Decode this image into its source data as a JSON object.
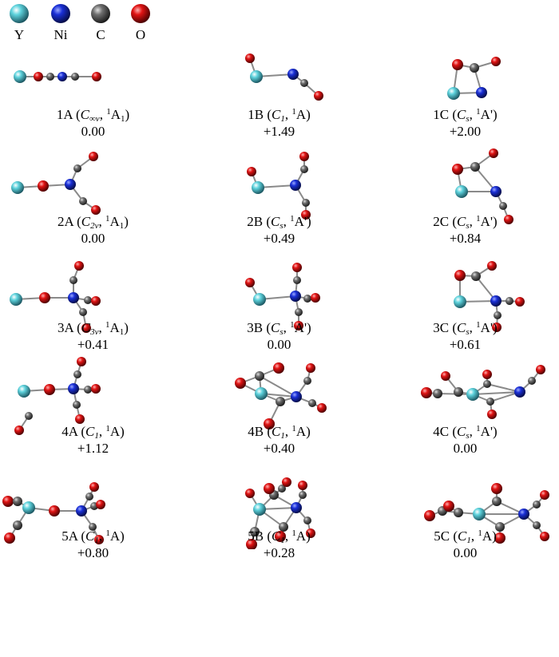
{
  "legend": [
    {
      "symbol": "Y",
      "color": "#5ed3dd"
    },
    {
      "symbol": "Ni",
      "color": "#1a2fd6"
    },
    {
      "symbol": "C",
      "color": "#6f6f6f"
    },
    {
      "symbol": "O",
      "color": "#e01414"
    }
  ],
  "isomers": [
    {
      "label": "1A",
      "group_main": "C",
      "group_sub": "∞v",
      "state_sup": "1",
      "state_main": "A",
      "state_sub": "1",
      "state_prime": "",
      "energy": "0.00"
    },
    {
      "label": "1B",
      "group_main": "C",
      "group_sub": "1",
      "state_sup": "1",
      "state_main": "A",
      "state_sub": "",
      "state_prime": "",
      "energy": "+1.49"
    },
    {
      "label": "1C",
      "group_main": "C",
      "group_sub": "s",
      "state_sup": "1",
      "state_main": "A",
      "state_sub": "",
      "state_prime": "'",
      "energy": "+2.00"
    },
    {
      "label": "2A",
      "group_main": "C",
      "group_sub": "2v",
      "state_sup": "1",
      "state_main": "A",
      "state_sub": "1",
      "state_prime": "",
      "energy": "0.00"
    },
    {
      "label": "2B",
      "group_main": "C",
      "group_sub": "s",
      "state_sup": "1",
      "state_main": "A",
      "state_sub": "",
      "state_prime": "'",
      "energy": "+0.49"
    },
    {
      "label": "2C",
      "group_main": "C",
      "group_sub": "s",
      "state_sup": "1",
      "state_main": "A",
      "state_sub": "",
      "state_prime": "'",
      "energy": "+0.84"
    },
    {
      "label": "3A",
      "group_main": "C",
      "group_sub": "3v",
      "state_sup": "1",
      "state_main": "A",
      "state_sub": "1",
      "state_prime": "",
      "energy": "+0.41"
    },
    {
      "label": "3B",
      "group_main": "C",
      "group_sub": "s",
      "state_sup": "1",
      "state_main": "A",
      "state_sub": "",
      "state_prime": "'",
      "energy": "0.00"
    },
    {
      "label": "3C",
      "group_main": "C",
      "group_sub": "s",
      "state_sup": "1",
      "state_main": "A",
      "state_sub": "",
      "state_prime": "'",
      "energy": "+0.61"
    },
    {
      "label": "4A",
      "group_main": "C",
      "group_sub": "1",
      "state_sup": "1",
      "state_main": "A",
      "state_sub": "",
      "state_prime": "",
      "energy": "+1.12"
    },
    {
      "label": "4B",
      "group_main": "C",
      "group_sub": "1",
      "state_sup": "1",
      "state_main": "A",
      "state_sub": "",
      "state_prime": "",
      "energy": "+0.40"
    },
    {
      "label": "4C",
      "group_main": "C",
      "group_sub": "s",
      "state_sup": "1",
      "state_main": "A",
      "state_sub": "",
      "state_prime": "'",
      "energy": "0.00"
    },
    {
      "label": "5A",
      "group_main": "C",
      "group_sub": "1",
      "state_sup": "1",
      "state_main": "A",
      "state_sub": "",
      "state_prime": "",
      "energy": "+0.80"
    },
    {
      "label": "5B",
      "group_main": "C",
      "group_sub": "1",
      "state_sup": "1",
      "state_main": "A",
      "state_sub": "",
      "state_prime": "",
      "energy": "+0.28"
    },
    {
      "label": "5C",
      "group_main": "C",
      "group_sub": "1",
      "state_sup": "1",
      "state_main": "A",
      "state_sub": "",
      "state_prime": "",
      "energy": "0.00"
    }
  ]
}
